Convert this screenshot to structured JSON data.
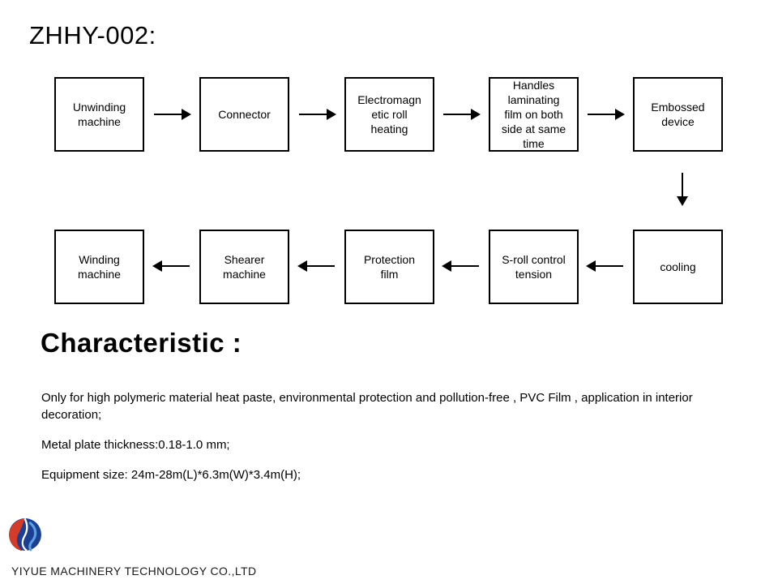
{
  "slide": {
    "title": "ZHHY-002:",
    "flowchart": {
      "row1": [
        "Unwinding\nmachine",
        "Connector",
        "Electromagn\netic roll\nheating",
        "Handles\nlaminating\nfilm on both\nside at same\ntime",
        "Embossed\ndevice"
      ],
      "row2": [
        "Winding\nmachine",
        "Shearer\nmachine",
        "Protection\nfilm",
        "S-roll control\ntension",
        "cooling"
      ]
    },
    "characteristic": {
      "heading": "Characteristic :",
      "paragraphs": [
        "Only for high polymeric material heat paste, environmental protection and pollution-free , PVC Film , application in interior\ndecoration;",
        "Metal plate thickness:0.18-1.0 mm;",
        "Equipment size: 24m-28m(L)*6.3m(W)*3.4m(H);"
      ]
    },
    "footer": {
      "company": "YIYUE MACHINERY TECHNOLOGY CO.,LTD"
    },
    "colors": {
      "logo_red": "#d23c28",
      "logo_navy": "#1c3f94",
      "logo_light_blue": "#5aa0e0"
    }
  }
}
